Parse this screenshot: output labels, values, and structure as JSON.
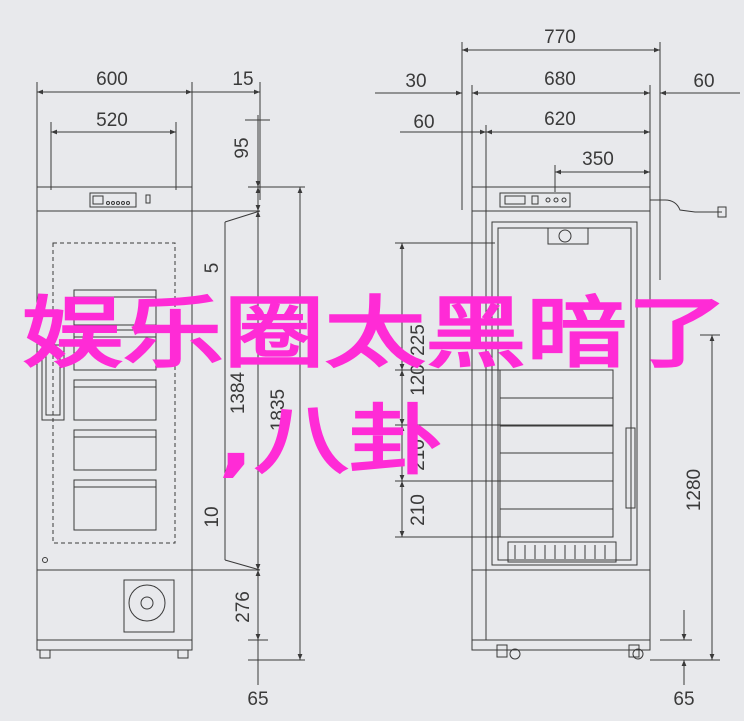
{
  "overlay": {
    "line1": "娱乐圈太黑暗了",
    "line2": ",八卦"
  },
  "dimensions": {
    "left_width_600": "600",
    "left_gap_15": "15",
    "left_inner_520": "520",
    "left_top_95": "95",
    "left_5": "5",
    "left_1384": "1384",
    "left_1835": "1835",
    "left_10": "10",
    "left_276": "276",
    "left_65": "65",
    "right_770": "770",
    "right_30": "30",
    "right_680": "680",
    "right_60a": "60",
    "right_60b": "60",
    "right_620": "620",
    "right_350": "350",
    "right_225": "225",
    "right_120": "120",
    "right_210a": "210",
    "right_210b": "210",
    "right_1280": "1280",
    "right_65": "65"
  },
  "colors": {
    "background": "#e8e9ec",
    "line": "#3a3a3a",
    "overlay": "#ff2bd6"
  }
}
